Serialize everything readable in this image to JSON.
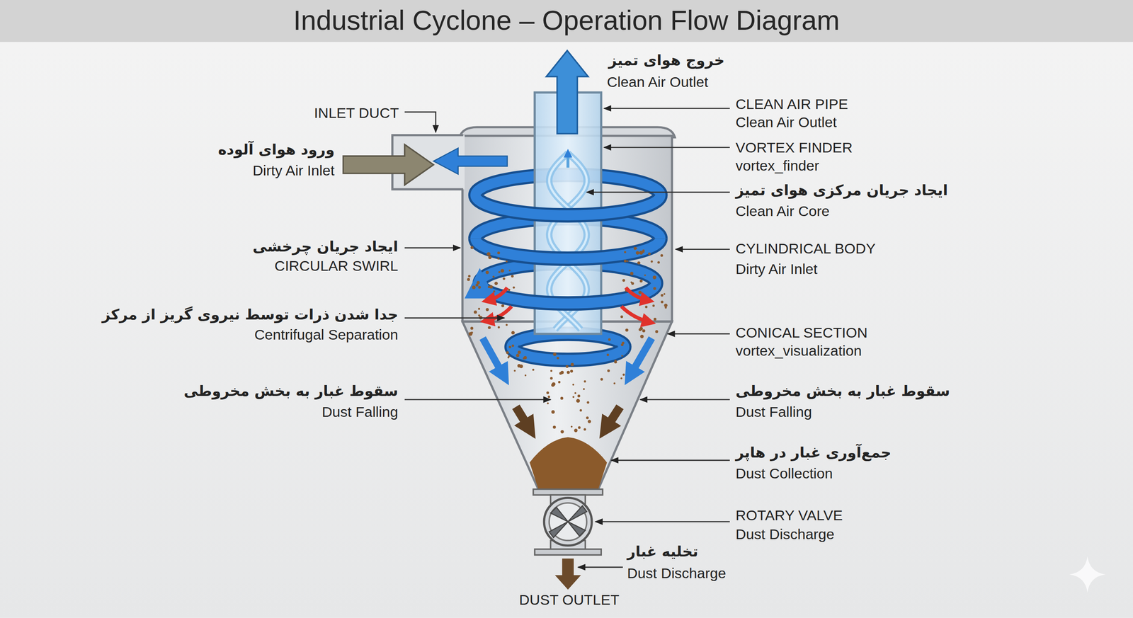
{
  "diagram": {
    "title": "Industrial Cyclone – Operation Flow Diagram",
    "labels": [
      "خروج هوای تمیز",
      "Clean Air Outlet",
      "INLET DUCT",
      "CLEAN AIR PIPE",
      "Clean Air Outlet",
      "ورود هوای آلوده",
      "Dirty Air Inlet",
      "VORTEX FINDER",
      "vortex_finder",
      "ایجاد جریان مرکزی هوای تمیز",
      "Clean Air Core",
      "ایجاد جریان چرخشی",
      "CIRCULAR SWIRL",
      "CYLINDRICAL BODY",
      "Dirty Air Inlet",
      "جدا شدن ذرات توسط نیروی گریز از مرکز",
      "Centrifugal Separation",
      "CONICAL SECTION",
      "vortex_visualization",
      "سقوط غبار به بخش مخروطی",
      "Dust Falling",
      "سقوط غبار به بخش مخروطی",
      "Dust Falling",
      "جمع‌آوری غبار در هاپر",
      "Dust Collection",
      "ROTARY VALVE",
      "Dust Discharge",
      "تخلیه غبار",
      "Dust Discharge",
      "DUST OUTLET"
    ]
  }
}
